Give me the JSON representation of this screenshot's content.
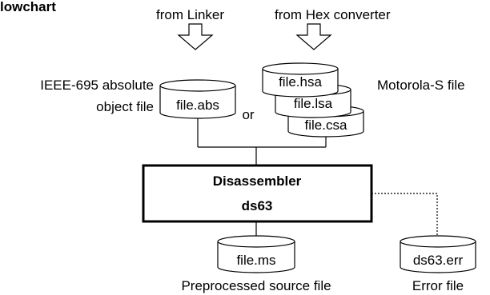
{
  "heading": "lowchart",
  "inputs": {
    "linker": "from Linker",
    "hex": "from Hex converter"
  },
  "abs_file": {
    "desc_line1": "IEEE-695 absolute",
    "desc_line2": "object file",
    "name": "file.abs"
  },
  "or_label": "or",
  "motorola": {
    "desc": "Motorola-S file",
    "files": [
      "file.hsa",
      "file.lsa",
      "file.csa"
    ]
  },
  "disassembler": {
    "title": "Disassembler",
    "name": "ds63"
  },
  "outputs": {
    "source_file": "file.ms",
    "source_desc": "Preprocessed source file",
    "error_file": "ds63.err",
    "error_desc": "Error file"
  }
}
